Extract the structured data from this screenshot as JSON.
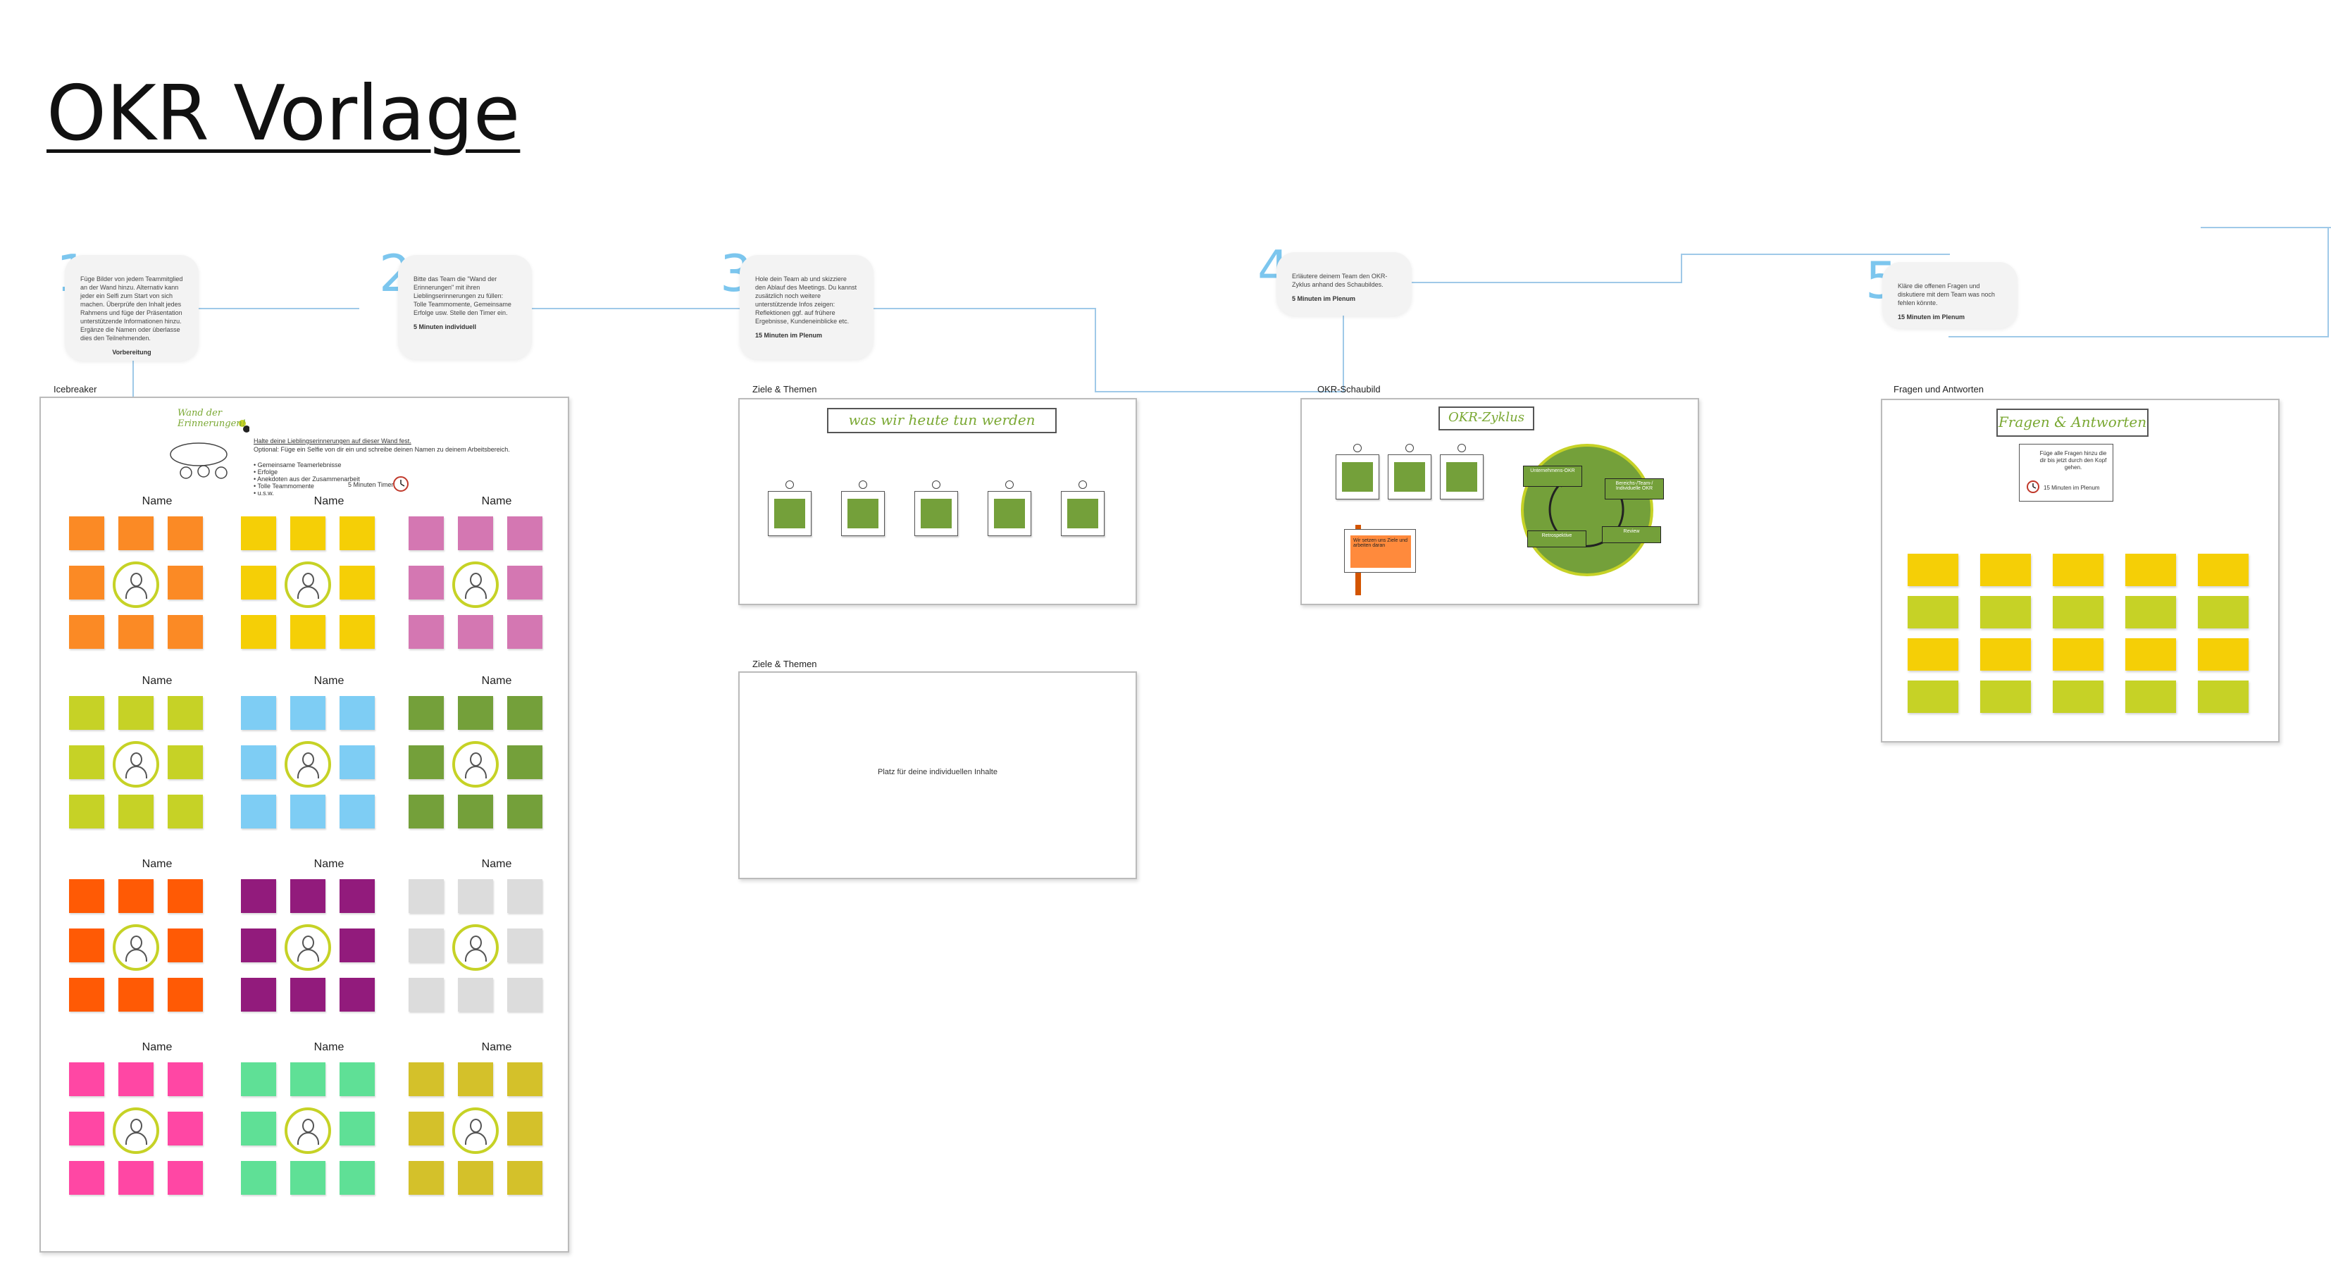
{
  "page": {
    "title": "OKR Vorlage"
  },
  "steps": [
    {
      "number": "1",
      "text": "Füge Bilder von jedem Teammitglied an der Wand hinzu. Alternativ kann jeder ein Selfi zum Start von sich machen. Überprüfe den Inhalt jedes Rahmens und füge der Präsentation unterstützende Informationen hinzu. Ergänze die Namen oder überlasse dies den Teilnehmenden.",
      "time": "Vorbereitung"
    },
    {
      "number": "2",
      "text": "Bitte das Team die \"Wand der Erinnerungen\" mit ihren Lieblingserinnerungen zu füllen: Tolle Teammomente, Gemeinsame Erfolge usw. Stelle den Timer ein.",
      "time": "5 Minuten individuell"
    },
    {
      "number": "3",
      "text": "Hole dein Team ab und skizziere den Ablauf des Meetings. Du kannst zusätzlich noch weitere unterstützende Infos zeigen: Reflektionen ggf. auf frühere Ergebnisse, Kundeneinblicke etc.",
      "time": "15 Minuten im Plenum"
    },
    {
      "number": "4",
      "text": "Erläutere deinem Team den OKR-Zyklus anhand des Schaubildes.",
      "time": "5 Minuten im Plenum"
    },
    {
      "number": "5",
      "text": "Kläre die offenen Fragen und diskutiere mit dem Team was noch fehlen könnte.",
      "time": "15 Minuten im Plenum"
    }
  ],
  "sections": {
    "icebreaker": "Icebreaker",
    "goals1": "Ziele & Themen",
    "goals2": "Ziele & Themen",
    "okr": "OKR-Schaubild",
    "qa": "Fragen und Antworten"
  },
  "icebreaker": {
    "wall_title": "Wand der Erinnerungen!",
    "heading": "Halte deine Lieblingserinnerungen auf dieser Wand fest.",
    "subheading": "Optional: Füge ein Selfie von dir ein und schreibe deinen Namen zu deinem Arbeitsbereich.",
    "bullets": [
      "• Gemeinsame Teamerlebnisse",
      "• Erfolge",
      "• Anekdoten aus der Zusammenarbeit",
      "• Tolle Teammomente",
      "• u.s.w."
    ],
    "timer": "5 Minuten Timer",
    "name_label": "Name",
    "colors": [
      "#fb8a25",
      "#f5cf06",
      "#d477b2",
      "#c6d226",
      "#7ecdf4",
      "#74a03a",
      "#ff5a05",
      "#921b7c",
      "#dcdcdc",
      "#ff47a4",
      "#5fe096",
      "#d4c12a"
    ]
  },
  "goals": {
    "title": "was wir heute tun werden",
    "placeholder": "Platz für deine individuellen Inhalte"
  },
  "okr": {
    "title": "OKR-Zyklus",
    "labels": [
      "Unternehmens-OKR",
      "Bereichs-/Team-/ Individuelle OKR",
      "Review",
      "Retrospektive"
    ],
    "sign_text": "Wir setzen uns Ziele und arbeiten daran"
  },
  "qa": {
    "title": "Fragen & Antworten",
    "instruction": "Füge alle Fragen hinzu die dir bis jetzt durch den Kopf gehen.",
    "time": "15 Minuten im Plenum",
    "row_colors": [
      "#f5cf06",
      "#c6d226",
      "#f5cf06",
      "#c6d226"
    ]
  }
}
